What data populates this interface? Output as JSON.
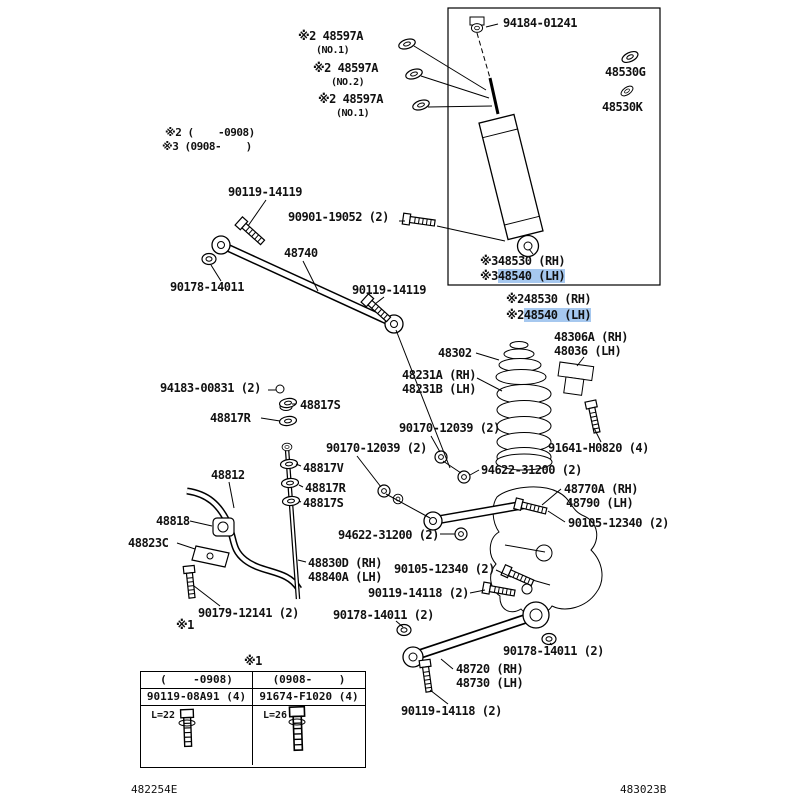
{
  "doc": {
    "footer_left": "482254E",
    "footer_right": "483023B"
  },
  "colors": {
    "highlight": "#a6c8ef",
    "ink": "#000000"
  },
  "notes": {
    "note2": "※2 (    -0908)",
    "note3": "※3 (0908-    )",
    "ref1_left": "※1",
    "ref1_table": "※1"
  },
  "labels": {
    "p94184": "94184-01241",
    "p48597a_1": "※2 48597A",
    "p48597a_1s": "(NO.1)",
    "p48597a_2": "※2 48597A",
    "p48597a_2s": "(NO.2)",
    "p48597a_3": "※2 48597A",
    "p48597a_3s": "(NO.1)",
    "p48530g": "48530G",
    "p48530k": "48530K",
    "p90119_14119a": "90119-14119",
    "p90901": "90901-19052 (2)",
    "p48740": "48740",
    "p90178a": "90178-14011",
    "p90119_14119b": "90119-14119",
    "shock_in_rh_pre": "※3",
    "shock_in_rh": "48530 (RH)",
    "shock_in_lh_pre": "※3",
    "shock_in_lh": "48540 (LH)",
    "shock_out_rh_pre": "※2",
    "shock_out_rh": "48530 (RH)",
    "shock_out_lh_pre": "※2",
    "shock_out_lh": "48540 (LH)",
    "p48306a": "48306A (RH)",
    "p48036": "48036 (LH)",
    "p48302": "48302",
    "p48231a": "48231A (RH)",
    "p48231b": "48231B (LH)",
    "p94183": "94183-00831 (2)",
    "p48817s_top": "48817S",
    "p48817r_top": "48817R",
    "p90170a": "90170-12039 (2)",
    "p90170b": "90170-12039 (2)",
    "p91641": "91641-H0820 (4)",
    "p94622a": "94622-31200 (2)",
    "p48770a": "48770A (RH)",
    "p48790": "48790 (LH)",
    "p48812": "48812",
    "p48817v": "48817V",
    "p48817r_mid": "48817R",
    "p48817s_mid": "48817S",
    "p90105a": "90105-12340 (2)",
    "p48818": "48818",
    "p48823c": "48823C",
    "p94622b": "94622-31200 (2)",
    "p48830d": "48830D (RH)",
    "p48840a": "48840A (LH)",
    "p90105b": "90105-12340 (2)",
    "p90119_14118a": "90119-14118 (2)",
    "p90179": "90179-12141 (2)",
    "p90178b": "90178-14011 (2)",
    "p90178c": "90178-14011 (2)",
    "p48720": "48720 (RH)",
    "p48730": "48730 (LH)",
    "p90119_14118b": "90119-14118 (2)"
  },
  "table": {
    "col1_header": "(    -0908)",
    "col2_header": "(0908-    )",
    "col1_part": "90119-08A91 (4)",
    "col2_part": "91674-F1020 (4)",
    "col1_length": "L=22",
    "col2_length": "L=26"
  }
}
